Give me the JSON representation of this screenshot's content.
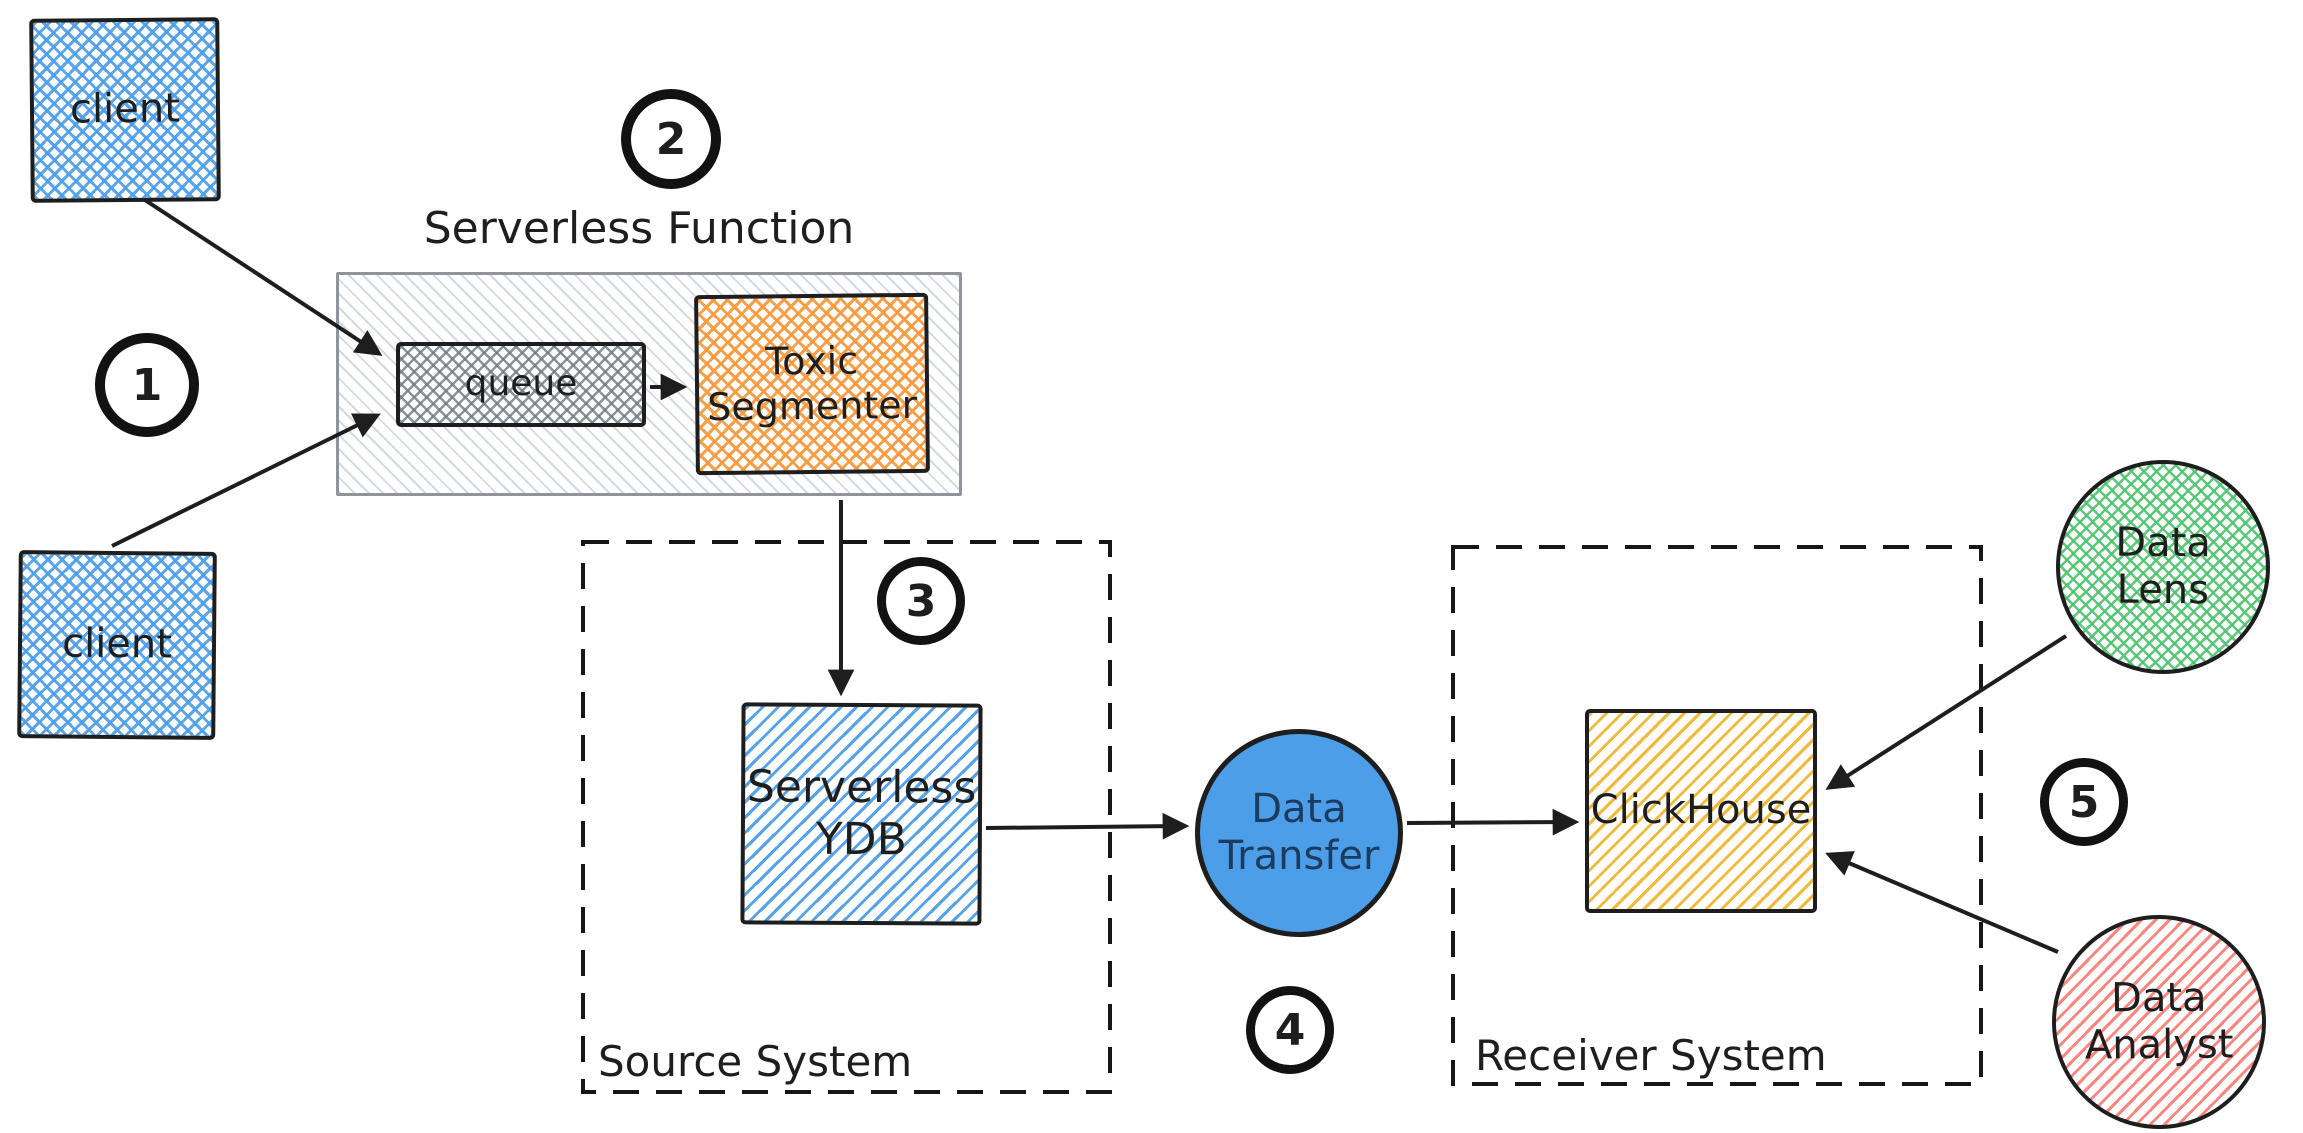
{
  "canvas": {
    "background": "#ffffff"
  },
  "palette": {
    "stroke": "#1e1e1e",
    "blue": "#4d9ee9",
    "orange": "#f59b40",
    "queue_gray": "#6e7982",
    "container_border": "#8f959b",
    "yellow": "#f2b62f",
    "green": "#4cc36b",
    "red": "#f87a72",
    "transfer_fill": "#4d9ee9",
    "transfer_text": "#1b3c5e"
  },
  "nodes": {
    "client_top": {
      "label": "client"
    },
    "client_bottom": {
      "label": "client"
    },
    "function_group": {
      "title": "Serverless Function",
      "queue": "queue",
      "segmenter": "Toxic\nSegmenter"
    },
    "source_system": {
      "title": "Source System",
      "ydb": "Serverless\nYDB"
    },
    "data_transfer": {
      "label": "Data\nTransfer"
    },
    "receiver_system": {
      "title": "Receiver System",
      "clickhouse": "ClickHouse"
    },
    "data_lens": {
      "label": "Data\nLens"
    },
    "data_analyst": {
      "label": "Data\nAnalyst"
    }
  },
  "steps": {
    "s1": "1",
    "s2": "2",
    "s3": "3",
    "s4": "4",
    "s5": "5"
  }
}
